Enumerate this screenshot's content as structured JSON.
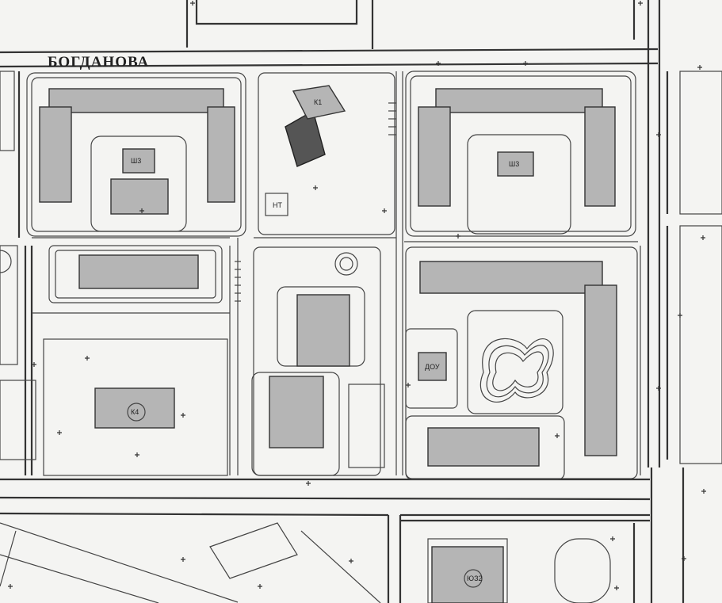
{
  "street_name": "БОГДАНОВА",
  "labels": {
    "school_1": "Ш3",
    "school_2": "Ш3",
    "kindergarten_top": "К1",
    "kindergarten_left": "К4",
    "dou": "ДОУ",
    "bottom_center": "ЮЗ2",
    "small_bld": "НТ"
  },
  "colors": {
    "paper": "#f4f4f2",
    "building_fill": "#b5b5b5",
    "line": "#333333",
    "dark_building": "#555555"
  }
}
